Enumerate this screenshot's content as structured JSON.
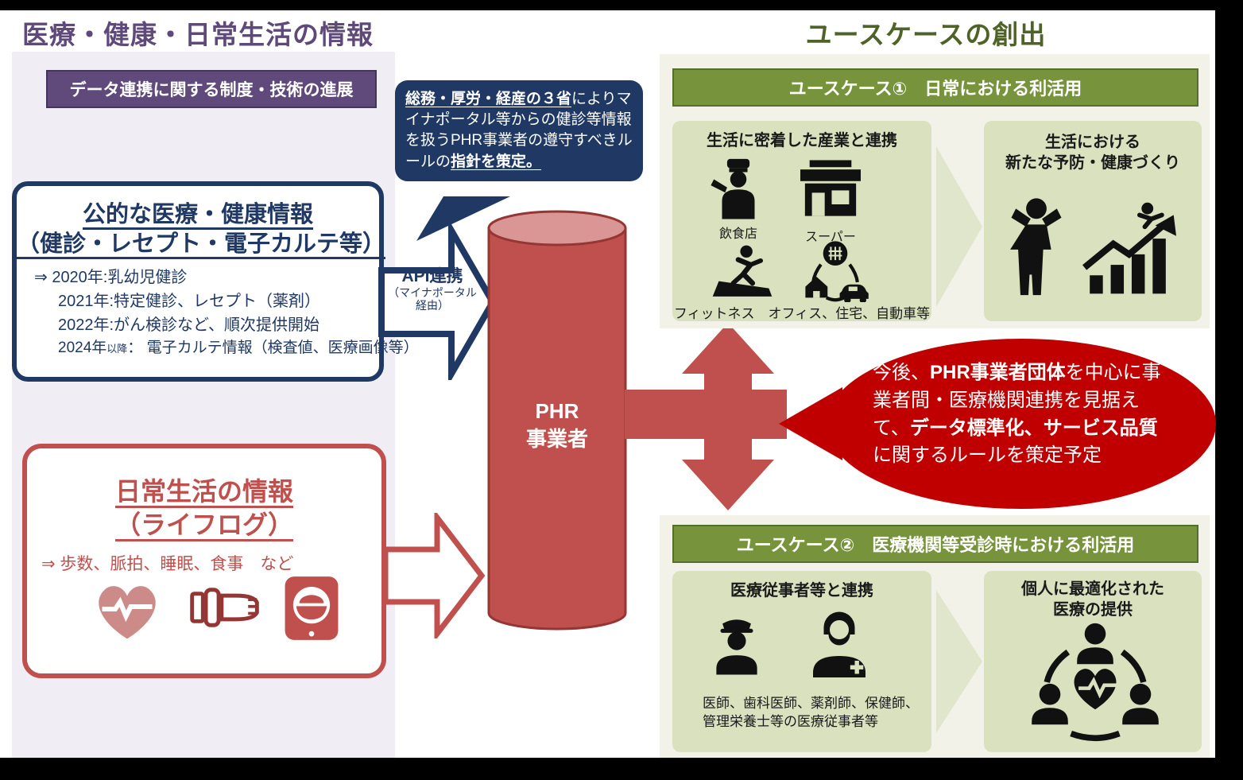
{
  "page": {
    "left_title": "医療・健康・日常生活の情報",
    "right_title": "ユースケースの創出"
  },
  "left_panel": {
    "header": "データ連携に関する制度・技術の進展",
    "bubble": {
      "seg1": "総務・厚労・経産の３省",
      "seg2": "によりマイナポータル等からの健診等情報を扱うPHR事業者の遵守すべきルールの",
      "seg3": "指針を策定。"
    },
    "public_info": {
      "title_line1": "公的な医療・健康情報",
      "title_line2": "（健診・レセプト・電子カルテ等）",
      "items": [
        "⇒ 2020年:乳幼児健診",
        "2021年:特定健診、レセプト（薬剤）",
        "2022年:がん検診など、順次提供開始"
      ],
      "item_2024": {
        "year": "2024年",
        "era_small": "以降",
        "rest": "： 電子カルテ情報（検査値、医療画像等）"
      }
    },
    "lifelog": {
      "title_line1": "日常生活の情報",
      "title_line2": "（ライフログ）",
      "subtitle": "⇒ 歩数、脈拍、睡眠、食事　など"
    }
  },
  "api_arrow": {
    "label": "API連携",
    "sub_line1": "（マイナポータル",
    "sub_line2": "経由）"
  },
  "cylinder": {
    "line1": "PHR",
    "line2": "事業者"
  },
  "ellipse": {
    "seg1": "今後、",
    "seg2": "PHR事業者団体",
    "seg3": "を中心に事業者間・医療機関連携を見据えて、",
    "seg4": "データ標準化、サービス品質",
    "seg5": "に関するルールを策定予定"
  },
  "usecase1": {
    "header": "ユースケース①　日常における利活用",
    "left_card": {
      "title": "生活に密着した産業と連携",
      "label_restaurant": "飲食店",
      "label_supermarket": "スーパー",
      "caption": "フィットネス　オフィス、住宅、自動車等"
    },
    "right_card": {
      "title_line1": "生活における",
      "title_line2": "新たな予防・健康づくり"
    }
  },
  "usecase2": {
    "header": "ユースケース②　医療機関等受診時における利活用",
    "left_card": {
      "title": "医療従事者等と連携",
      "caption_line1": "医師、歯科医師、薬剤師、保健師、",
      "caption_line2": "管理栄養士等の医療従事者等"
    },
    "right_card": {
      "title_line1": "個人に最適化された",
      "title_line2": "医療の提供"
    }
  },
  "icons": {
    "lifelog": [
      "heart-pulse-icon",
      "smartwatch-icon",
      "tablet-food-icon"
    ],
    "usecase1_left": [
      "chef-icon",
      "store-icon",
      "treadmill-runner-icon",
      "connected-life-network-icon"
    ],
    "usecase1_right": [
      "strong-person-icon",
      "growth-chart-runner-icon"
    ],
    "usecase2_left": [
      "doctor-icon",
      "nurse-icon"
    ],
    "usecase2_right": [
      "care-team-heart-icon"
    ]
  },
  "colors": {
    "purple": "#604A7B",
    "navy": "#1F3864",
    "red_main": "#C0504D",
    "red_dark": "#943634",
    "red_bright": "#C00000",
    "pink_top": "#D99694",
    "olive": "#77933C",
    "card_green": "#D9E1BF",
    "beige": "#F2F2E8",
    "lavender": "#F0EEF4",
    "green_title": "#4F6228"
  }
}
